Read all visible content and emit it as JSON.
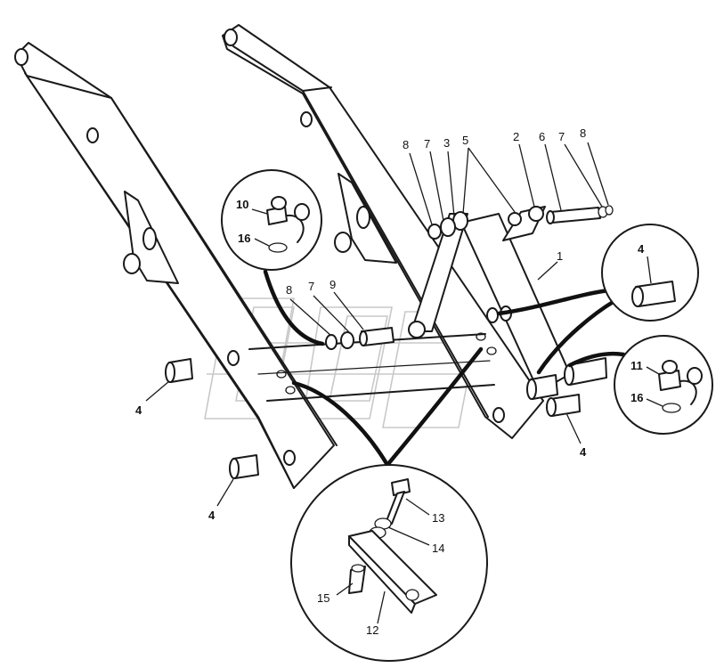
{
  "diagram": {
    "labels": {
      "main": {
        "l8a": "8",
        "l7a": "7",
        "l3": "3",
        "l5": "5",
        "l2": "2",
        "l6": "6",
        "l7b": "7",
        "l8b": "8",
        "l1": "1",
        "l8c": "8",
        "l7c": "7",
        "l9": "9",
        "l4a": "4",
        "l4b": "4",
        "l4c": "4"
      },
      "detail_left": {
        "l10": "10",
        "l16": "16"
      },
      "detail_right_top": {
        "l4": "4"
      },
      "detail_right": {
        "l11": "11",
        "l16": "16"
      },
      "detail_bottom": {
        "l13": "13",
        "l14": "14",
        "l15": "15",
        "l12": "12"
      }
    }
  }
}
